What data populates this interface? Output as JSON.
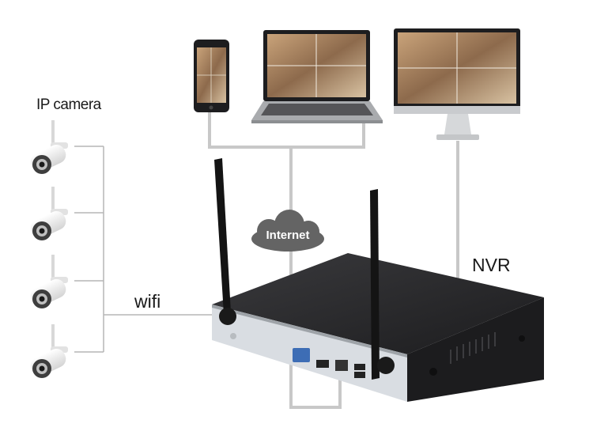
{
  "labels": {
    "ip_camera": "IP camera",
    "wifi": "wifi",
    "internet": "Internet",
    "nvr": "NVR"
  },
  "devices": {
    "cameras": 4,
    "viewers": [
      "phone",
      "laptop",
      "monitor"
    ]
  },
  "colors": {
    "connector": "#c8c8c8",
    "camera_link": "#b5b5b5",
    "cloud": "#646464",
    "nvr_body": "#2a2a2c",
    "nvr_front": "#d9dde2"
  },
  "icons": [
    "ip-camera-icon",
    "smartphone-icon",
    "laptop-icon",
    "monitor-icon",
    "cloud-icon",
    "nvr-recorder-icon",
    "antenna-icon"
  ]
}
